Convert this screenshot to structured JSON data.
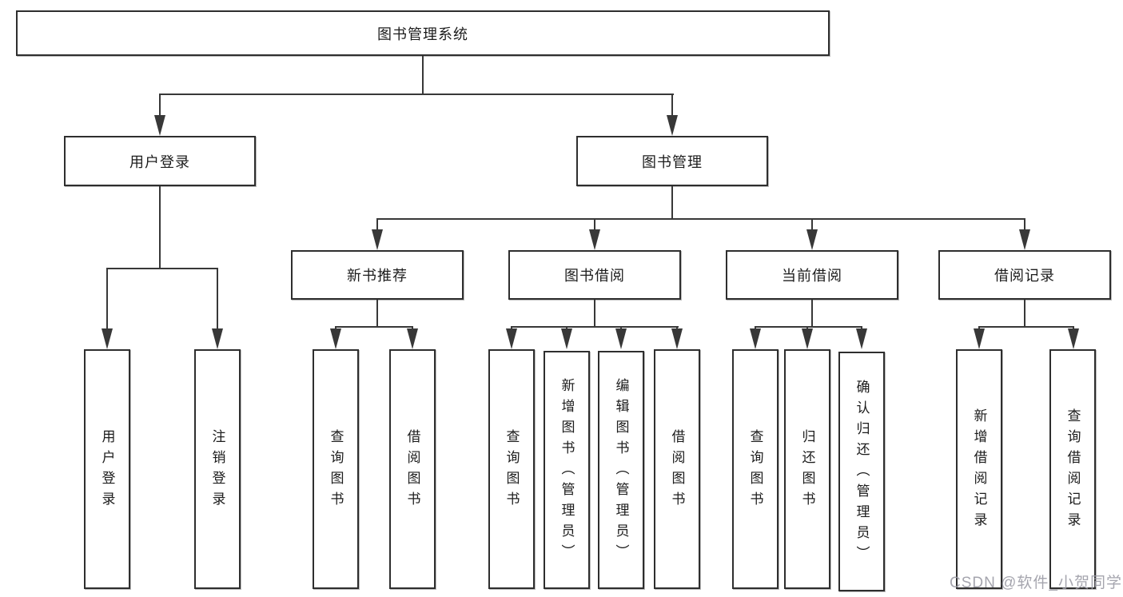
{
  "tree": {
    "root": {
      "label": "图书管理系统"
    },
    "l2": [
      {
        "label": "用户登录"
      },
      {
        "label": "图书管理"
      }
    ],
    "l3": [
      {
        "label": "新书推荐"
      },
      {
        "label": "图书借阅"
      },
      {
        "label": "当前借阅"
      },
      {
        "label": "借阅记录"
      }
    ],
    "leaves": [
      {
        "label": "用户登录"
      },
      {
        "label": "注销登录"
      },
      {
        "label": "查询图书"
      },
      {
        "label": "借阅图书"
      },
      {
        "label": "查询图书"
      },
      {
        "label": "新增图书（管理员）"
      },
      {
        "label": "编辑图书（管理员）"
      },
      {
        "label": "借阅图书"
      },
      {
        "label": "查询图书"
      },
      {
        "label": "归还图书"
      },
      {
        "label": "确认归还（管理员）"
      },
      {
        "label": "新增借阅记录"
      },
      {
        "label": "查询借阅记录"
      }
    ]
  },
  "watermark": {
    "text": "CSDN @软件_小贺同学"
  },
  "colors": {
    "line": "#383838",
    "border": "#2e2e2e",
    "text": "#1c1c1c",
    "watermark": "#9b9ba5",
    "background": "#ffffff"
  }
}
